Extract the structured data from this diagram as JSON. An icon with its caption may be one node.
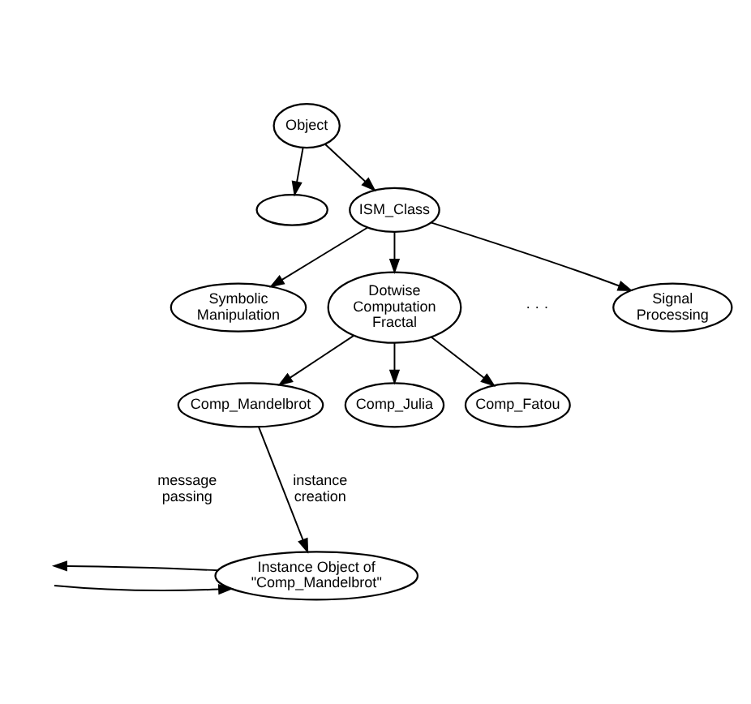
{
  "diagram": {
    "nodes": [
      {
        "text": [
          "Object"
        ]
      },
      {
        "text": [],
        "shape": "circle"
      },
      {
        "text": [
          "ISM_Class"
        ]
      },
      {
        "text": [
          "Symbolic Manipulation"
        ]
      },
      {
        "text": [
          "Dotwise Computation Fractal"
        ]
      },
      {
        "text": [
          "Signal Processing"
        ]
      },
      {
        "text": [
          "Comp_Mandelbrot"
        ]
      },
      {
        "text": [
          "Comp_Julia"
        ]
      },
      {
        "text": [
          "Comp_Fatou"
        ]
      },
      {
        "text": [
          "Instance Object of \"Comp_Mandelbrot\""
        ]
      }
    ],
    "edges": [
      {
        "from": 0,
        "to": 1,
        "arrow": "to"
      },
      {
        "from": 0,
        "to": 2,
        "arrow": "to"
      },
      {
        "from": 2,
        "to": 3,
        "arrow": "to"
      },
      {
        "from": 2,
        "to": 4,
        "arrow": "to"
      },
      {
        "from": 2,
        "to": 5,
        "arrow": "to"
      },
      {
        "from": 4,
        "to": 6,
        "arrow": "to"
      },
      {
        "from": 4,
        "to": 7,
        "arrow": "to"
      },
      {
        "from": 4,
        "to": 8,
        "arrow": "to"
      },
      {
        "from": 6,
        "to": 9,
        "arrow": "to",
        "label": "instance creation"
      },
      {
        "from": null,
        "to": 9,
        "arrow": "to"
      },
      {
        "from": 9,
        "to": null,
        "arrow": "to"
      }
    ],
    "labels": [
      "· · ·",
      "message passing"
    ]
  }
}
